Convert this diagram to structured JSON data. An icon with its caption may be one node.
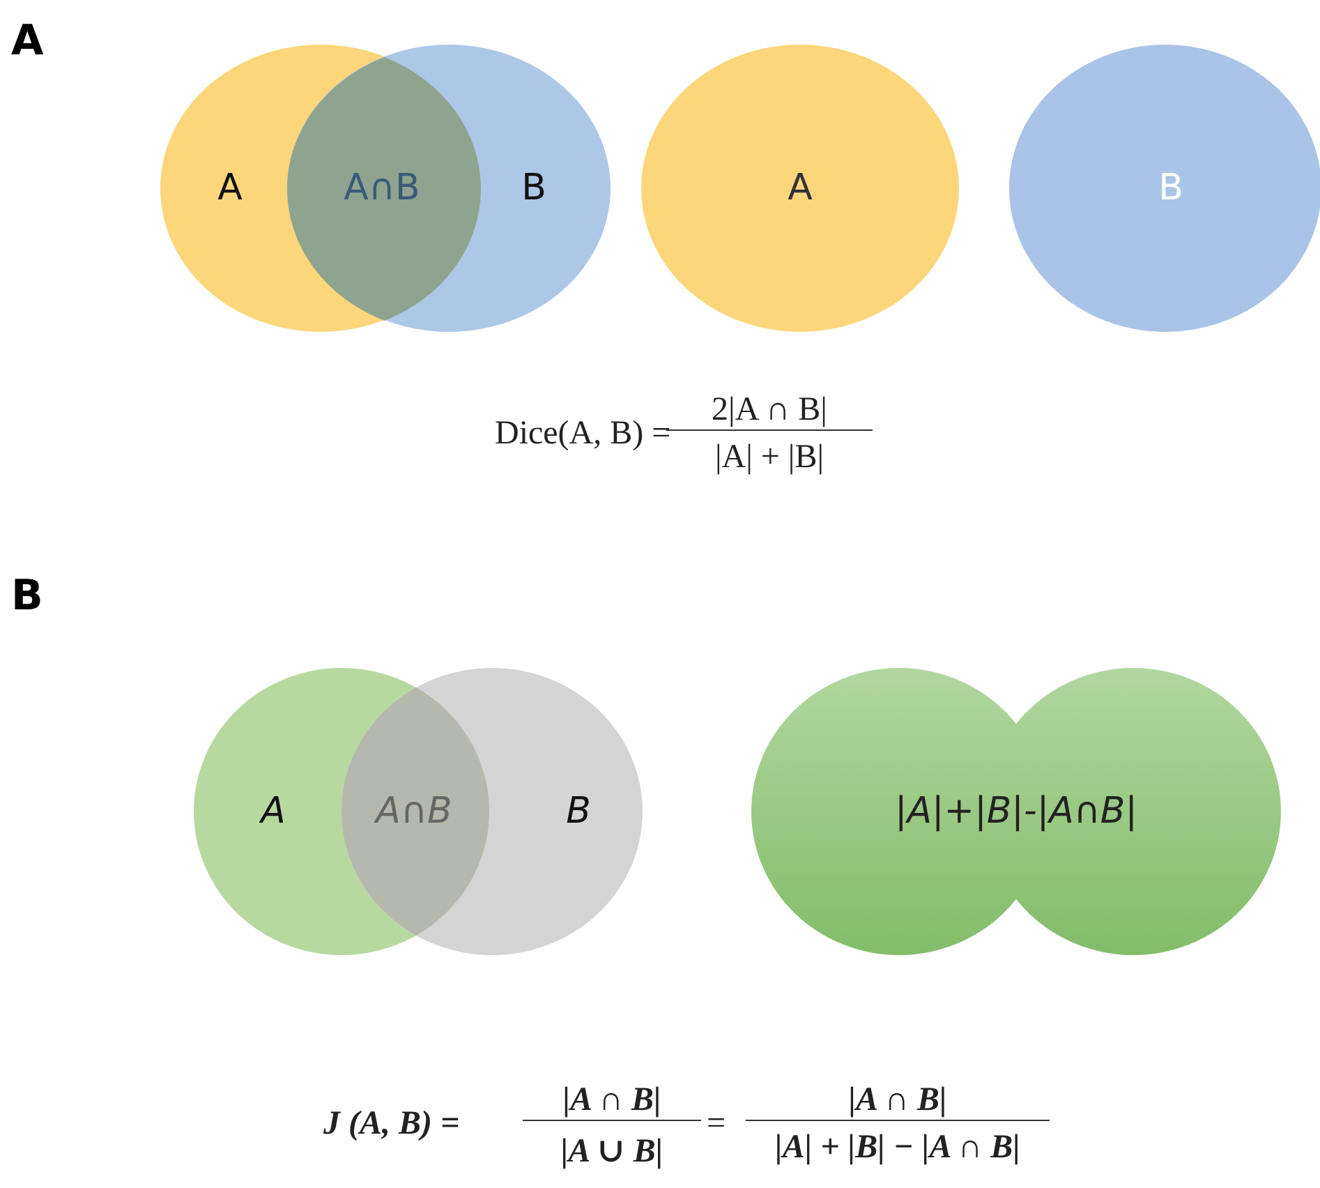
{
  "diagram": {
    "nodes": [
      {
        "text": [
          "A"
        ]
      },
      {
        "text": [
          "B"
        ]
      },
      {
        "text": [
          "A∩B"
        ]
      },
      {
        "text": [
          "A"
        ]
      },
      {
        "text": [
          "B"
        ]
      },
      {
        "text": [
          "A"
        ]
      },
      {
        "text": [
          "B"
        ]
      },
      {
        "text": [
          "A∩B"
        ]
      },
      {
        "text": [
          "|A|+|B|-|A∩B|"
        ]
      }
    ],
    "labels": [
      "A",
      "Dice(A, B) =",
      "2|A ∩ B|",
      "|A| + |B|",
      "B",
      "J (A, B) =",
      "|A ∩ B|",
      "|A ∪ B|",
      "=",
      "|A ∩ B|",
      "|A| + |B| − |A ∩ B|"
    ]
  }
}
